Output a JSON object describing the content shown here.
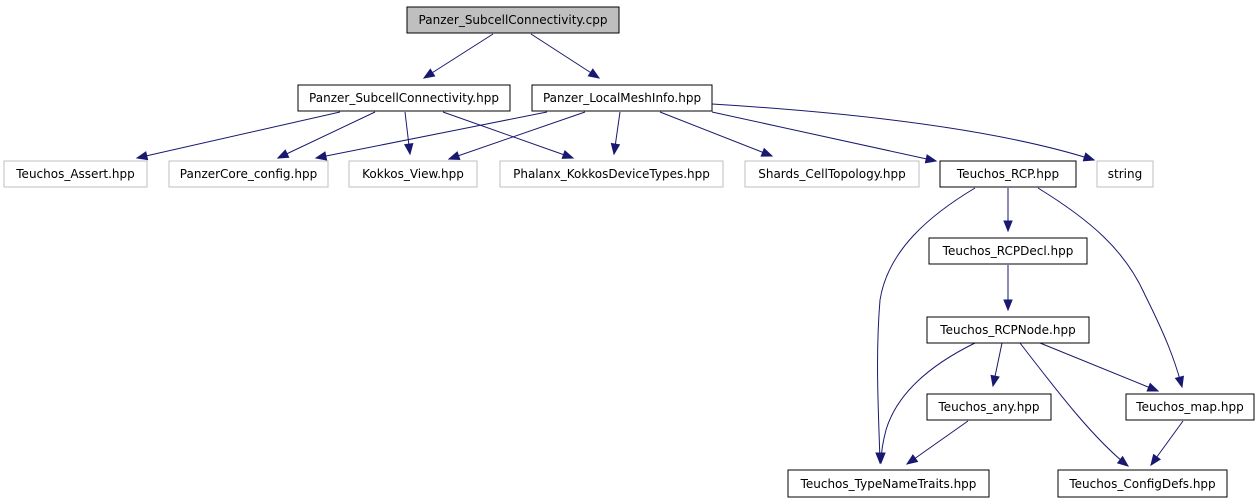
{
  "colors": {
    "edge": "#191970",
    "root_fill": "#bfbfbf",
    "documented_border": "#000000",
    "external_border": "#bfbfbf",
    "node_fill": "#ffffff"
  },
  "nodes": {
    "subcell_cpp": {
      "label": "Panzer_SubcellConnectivity.cpp",
      "kind": "root"
    },
    "subcell_hpp": {
      "label": "Panzer_SubcellConnectivity.hpp",
      "kind": "documented"
    },
    "localmeshinfo": {
      "label": "Panzer_LocalMeshInfo.hpp",
      "kind": "documented"
    },
    "teuchos_assert": {
      "label": "Teuchos_Assert.hpp",
      "kind": "external"
    },
    "panzercore_config": {
      "label": "PanzerCore_config.hpp",
      "kind": "external"
    },
    "kokkos_view": {
      "label": "Kokkos_View.hpp",
      "kind": "external"
    },
    "phalanx_types": {
      "label": "Phalanx_KokkosDeviceTypes.hpp",
      "kind": "external"
    },
    "shards_topology": {
      "label": "Shards_CellTopology.hpp",
      "kind": "external"
    },
    "teuchos_rcp": {
      "label": "Teuchos_RCP.hpp",
      "kind": "documented"
    },
    "string": {
      "label": "string",
      "kind": "external"
    },
    "teuchos_rcpdecl": {
      "label": "Teuchos_RCPDecl.hpp",
      "kind": "documented"
    },
    "teuchos_rcpnode": {
      "label": "Teuchos_RCPNode.hpp",
      "kind": "documented"
    },
    "teuchos_any": {
      "label": "Teuchos_any.hpp",
      "kind": "documented"
    },
    "teuchos_map": {
      "label": "Teuchos_map.hpp",
      "kind": "documented"
    },
    "teuchos_typenametraits": {
      "label": "Teuchos_TypeNameTraits.hpp",
      "kind": "documented"
    },
    "teuchos_configdefs": {
      "label": "Teuchos_ConfigDefs.hpp",
      "kind": "documented"
    }
  },
  "edges": [
    {
      "from": "subcell_cpp",
      "to": "subcell_hpp"
    },
    {
      "from": "subcell_cpp",
      "to": "localmeshinfo"
    },
    {
      "from": "subcell_hpp",
      "to": "teuchos_assert"
    },
    {
      "from": "subcell_hpp",
      "to": "panzercore_config"
    },
    {
      "from": "subcell_hpp",
      "to": "kokkos_view"
    },
    {
      "from": "subcell_hpp",
      "to": "phalanx_types"
    },
    {
      "from": "localmeshinfo",
      "to": "panzercore_config"
    },
    {
      "from": "localmeshinfo",
      "to": "kokkos_view"
    },
    {
      "from": "localmeshinfo",
      "to": "phalanx_types"
    },
    {
      "from": "localmeshinfo",
      "to": "shards_topology"
    },
    {
      "from": "localmeshinfo",
      "to": "teuchos_rcp"
    },
    {
      "from": "localmeshinfo",
      "to": "string"
    },
    {
      "from": "teuchos_rcp",
      "to": "teuchos_rcpdecl"
    },
    {
      "from": "teuchos_rcp",
      "to": "teuchos_typenametraits"
    },
    {
      "from": "teuchos_rcp",
      "to": "teuchos_map"
    },
    {
      "from": "teuchos_rcpdecl",
      "to": "teuchos_rcpnode"
    },
    {
      "from": "teuchos_rcpnode",
      "to": "teuchos_any"
    },
    {
      "from": "teuchos_rcpnode",
      "to": "teuchos_typenametraits"
    },
    {
      "from": "teuchos_rcpnode",
      "to": "teuchos_map"
    },
    {
      "from": "teuchos_rcpnode",
      "to": "teuchos_configdefs"
    },
    {
      "from": "teuchos_any",
      "to": "teuchos_typenametraits"
    },
    {
      "from": "teuchos_map",
      "to": "teuchos_configdefs"
    }
  ]
}
